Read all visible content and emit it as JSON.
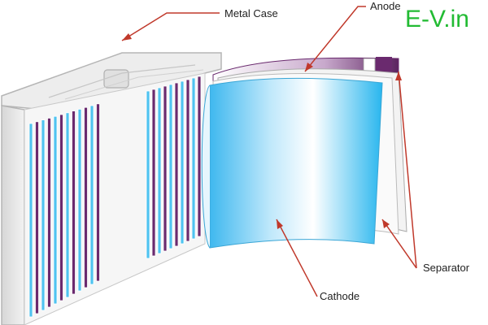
{
  "watermark": "E-V.in",
  "labels": {
    "metal_case": "Metal Case",
    "anode": "Anode",
    "separator": "Separator",
    "cathode": "Cathode"
  },
  "colors": {
    "leader_line": "#c0392b",
    "anode_purple": "#6a2a6e",
    "cathode_blue": "#4fc3f0",
    "case_gray": "#e6e6e6",
    "watermark_green": "#22bb33"
  }
}
